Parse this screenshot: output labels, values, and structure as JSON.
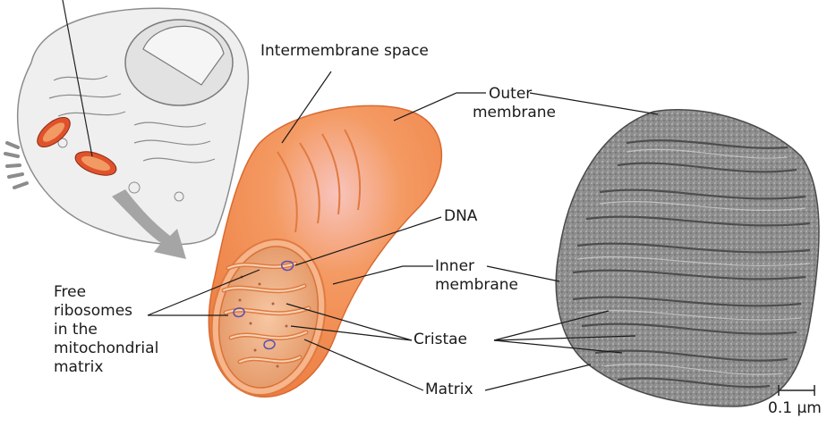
{
  "labels": {
    "intermembrane_space": "Intermembrane space",
    "outer_membrane": [
      "Outer",
      "membrane"
    ],
    "dna": "DNA",
    "inner_membrane": [
      "Inner",
      "membrane"
    ],
    "free_ribosomes": [
      "Free",
      "ribosomes",
      "in the",
      "mitochondrial",
      "matrix"
    ],
    "cristae": "Cristae",
    "matrix": "Matrix",
    "scale_bar": "0.1 µm"
  },
  "colors": {
    "mitochondrion_outer": "#f2894a",
    "mitochondrion_highlight": "#f8c0b8",
    "mitochondrion_inner": "#e8a070",
    "micrograph_gray": "#8a8a8a",
    "arrow_gray": "#a0a0a0",
    "dna_blue": "#5a4fb0"
  }
}
